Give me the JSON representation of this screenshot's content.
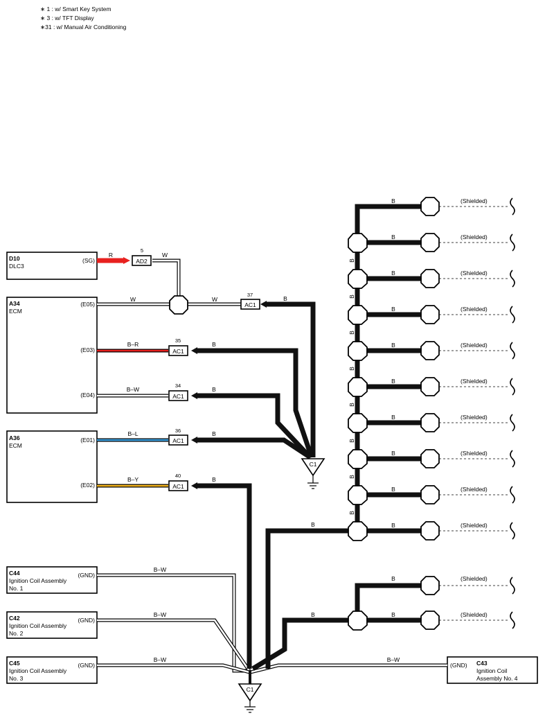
{
  "notes": [
    "∗ 1 : w/ Smart Key System",
    "∗ 3 : w/ TFT Display",
    "∗31 : w/ Manual Air Conditioning"
  ],
  "colors": {
    "red": "#e8211f",
    "blue": "#3aa0e0",
    "yellow": "#f2b21c",
    "black": "#111111"
  },
  "components": {
    "d10": {
      "code": "D10",
      "name": "DLC3",
      "pin": "(SG)"
    },
    "a34": {
      "code": "A34",
      "name": "ECM",
      "pin1": "(E05)",
      "pin2": "(E03)",
      "pin3": "(E04)"
    },
    "a36": {
      "code": "A36",
      "name": "ECM",
      "pin1": "(E01)",
      "pin2": "(E02)"
    },
    "c44": {
      "code": "C44",
      "line1": "Ignition Coil Assembly",
      "line2": "No.  1",
      "pin": "(GND)"
    },
    "c42": {
      "code": "C42",
      "line1": "Ignition Coil Assembly",
      "line2": "No.  2",
      "pin": "(GND)"
    },
    "c45": {
      "code": "C45",
      "line1": "Ignition Coil Assembly",
      "line2": "No.  3",
      "pin": "(GND)"
    },
    "c43": {
      "code": "C43",
      "line1": "Ignition Coil",
      "line2": "Assembly No.  4",
      "pin": "(GND)"
    }
  },
  "connectors": {
    "ad2": {
      "label": "AD2",
      "pin": "5"
    },
    "ac1_37": {
      "label": "AC1",
      "pin": "37"
    },
    "ac1_35": {
      "label": "AC1",
      "pin": "35"
    },
    "ac1_34": {
      "label": "AC1",
      "pin": "34"
    },
    "ac1_36": {
      "label": "AC1",
      "pin": "36"
    },
    "ac1_40": {
      "label": "AC1",
      "pin": "40"
    }
  },
  "grounds": {
    "top": "C1",
    "bottom": "C1"
  },
  "wires": {
    "r": "R",
    "w": "W",
    "b": "B",
    "br": "B–R",
    "bw": "B–W",
    "bl": "B–L",
    "by": "B–Y"
  },
  "shielded": "(Shielded)"
}
